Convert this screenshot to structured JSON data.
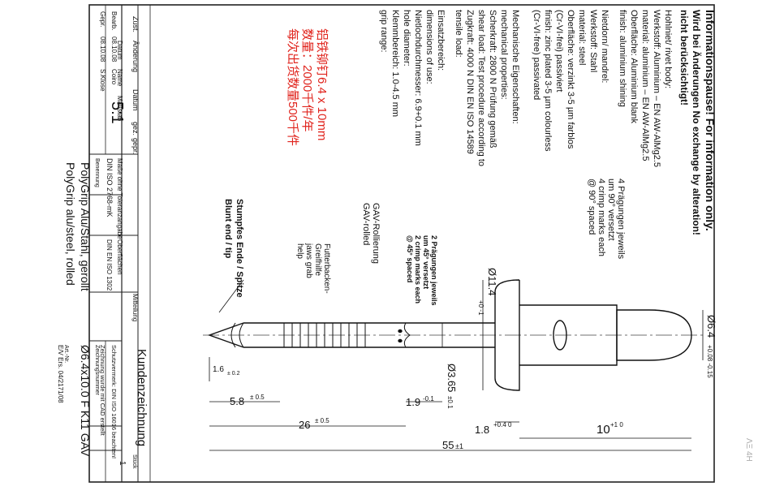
{
  "notice": {
    "line1": "Informationspause! For information only.",
    "line2": "Wird bei Änderungen No exchange by alteration!",
    "line3": "nicht berücksichtigt!"
  },
  "specs_left": [
    "Hohlniet/ rivet body:",
    "Werkstoff: Aluminium – EN AW-AlMg2.5",
    "material: aluminium – EN AW-AlMg2.5",
    "Oberfläche: Aluminium blank",
    "finish: aluminium shining",
    "Nietdorn/ mandrel:",
    "Werkstoff: Stahl",
    "material: steel",
    "Oberfläche: verzinkt 3-5 µm farblos",
    "(Cr-VI-frei) passiviert",
    "finish: zinc plated 3-5 µm colourless",
    "(Cr-VI-free) passivated",
    "Mechanische Eigenschaften:",
    "mechanical properties:",
    "Scherkraft: 2800 N  Prüfung gemäß",
    "shear load:  Test procedure according to",
    "Zugkraft: 4000 N  DIN EN ISO 14589",
    "tensile load:",
    "Einsatzbereich:",
    "dimensions of use:",
    "Nietlochdurchmesser: 6.9+0.1 mm",
    "hole diameter:",
    "Klemmbereich: 1.0-4.5 mm",
    "grip range:"
  ],
  "red_note": {
    "line1": "铝铁铆钉6.4 x 10mm",
    "line2": "数量：2000千件/年",
    "line3": "每次出货数量500千件"
  },
  "annotations": {
    "crimp_top": [
      "4 Prägungen jeweils",
      "um 90° versetzt",
      "4 crimp marks each",
      "@ 90° spaced"
    ],
    "crimp_mid": [
      "2 Prägungen jeweils",
      "um 45° versetzt",
      "2 crimp marks each",
      "@ 45° spaced"
    ],
    "gav": [
      "GAV-Rollierung",
      "GAV-rolled"
    ],
    "jaws": [
      "Futterbacken-",
      "Greifhilfe",
      "jaws grab",
      "help"
    ],
    "tip": [
      "Stumpfes Ende / Spitze",
      "Blunt end / tip"
    ]
  },
  "dimensions": {
    "head_dia": "Ø11.4",
    "head_tol": "+0 -1",
    "dome_dia": "Ø6.4",
    "dome_tol": "+0.08 -0.15",
    "shank_dia": "Ø3.65",
    "shank_tol": "±0.1",
    "body_len": "10",
    "body_len_tol": "+1 0",
    "head_h": "1.8",
    "head_h_tol": "+0.4 0",
    "d_19": "1.9",
    "d_19_tol": "-0.1",
    "d_58": "5.8",
    "d_58_tol": "± 0.5",
    "d_16": "1.6",
    "d_16_tol": "± 0.2",
    "d_26": "26",
    "d_26_tol": "± 0.5",
    "d_55": "55",
    "d_55_tol": "±1"
  },
  "title_block": {
    "rev_headers": [
      "Zust.",
      "Änderung",
      "Datum",
      "gez.",
      "gepr."
    ],
    "datum_h": "Datum",
    "name_h": "Name",
    "scale_h": "Maßstab",
    "bearb": "Bearb.",
    "bearb_date": "08.10.08",
    "bearb_name": "Coiro",
    "gepr": "Gepr.",
    "gepr_date": "08.10.08",
    "gepr_name": "S.Klose",
    "scale": "5:1",
    "tol_general": "Maße ohne Toleranzangabe",
    "tol_std": "DIN ISO 2768-mK",
    "surface_h": "Oberflächen",
    "surface_std": "DIN EN ISO 1302",
    "mitteilung": "Mitteilung",
    "benennung_h": "Benennung",
    "name1": "PolyGrip Alu/Stahl, gerollt",
    "name2": "PolyGrip alu/steel, rolled",
    "kundenzeichnung": "Kundenzeichnung",
    "stueck_h": "Stück",
    "stueck": "1",
    "schutz": "Schutzvermerk: DIN ISO 16016 beachten!",
    "cad": "Zeichnung wurde mit CAD erstellt",
    "zeichnr_h": "Zeichnungsnummer",
    "zeichnr": "Ø6.4x10.0 F K11 GAV",
    "artnr_h": "Art.-Nr.",
    "ev": "E/V Ers. 04/2171/08"
  },
  "scan_mark": "ΛΞ 4H"
}
